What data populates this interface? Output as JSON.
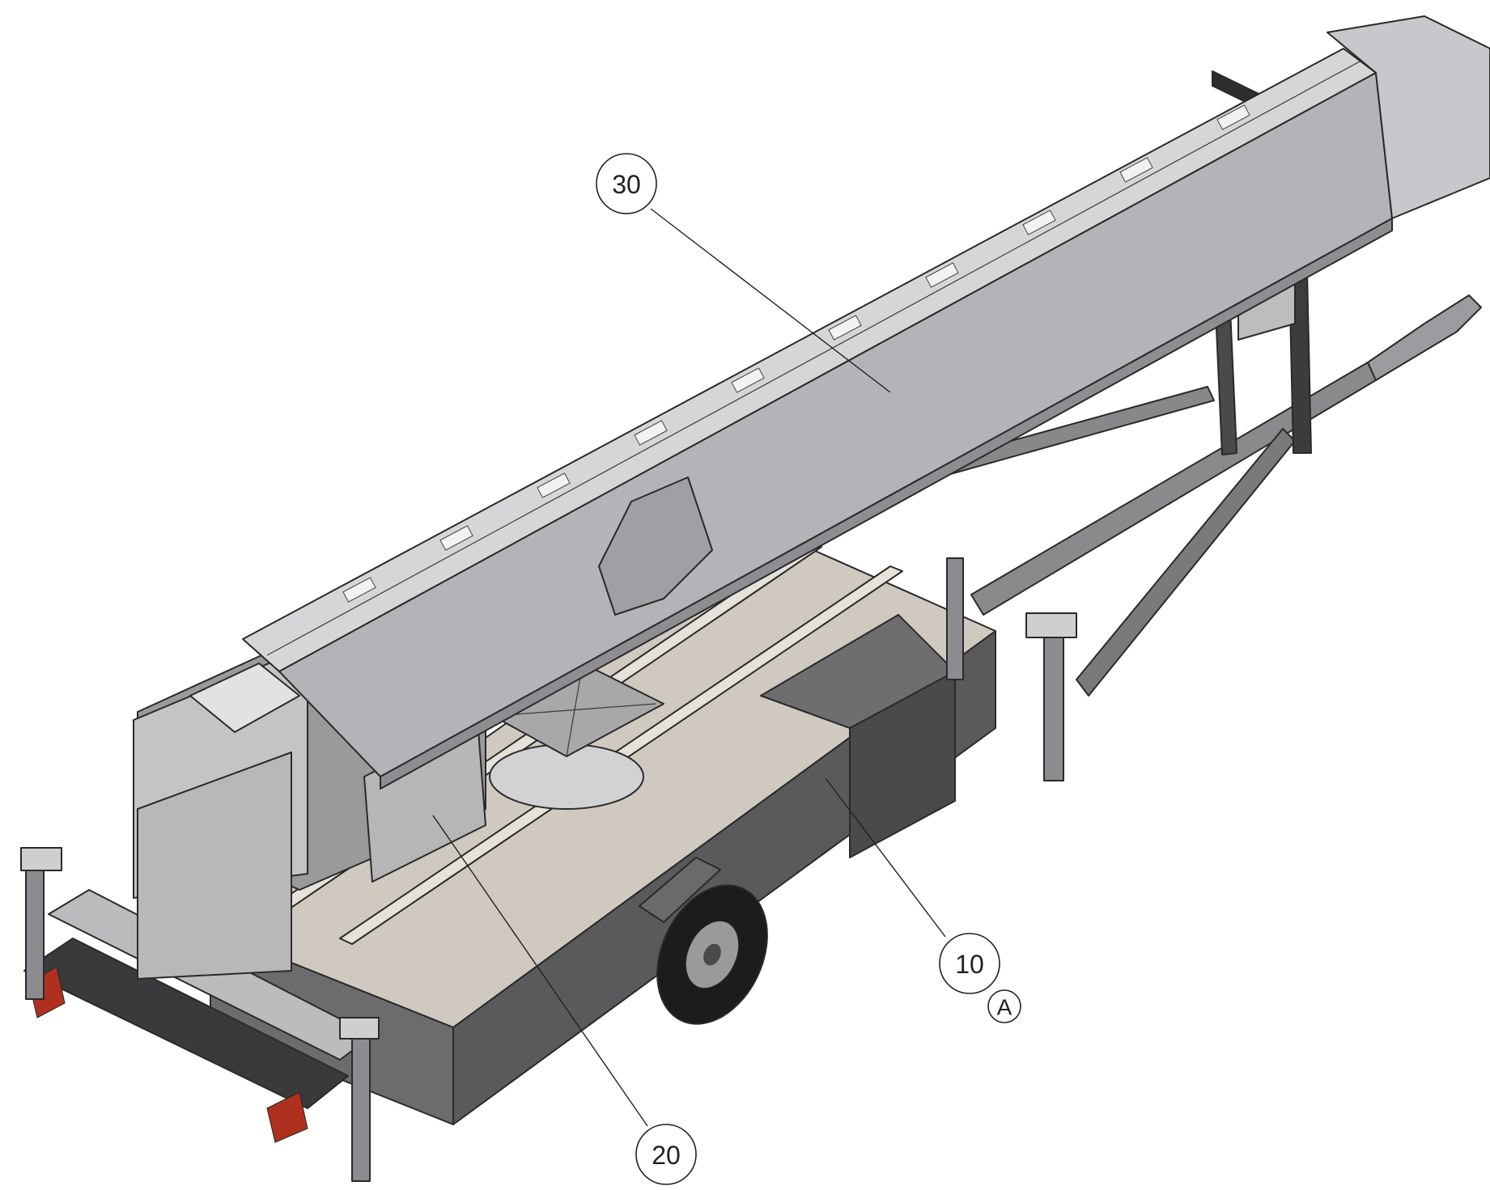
{
  "balloons": [
    {
      "id": "30",
      "label": "30",
      "part": "boom"
    },
    {
      "id": "20",
      "label": "20",
      "part": "turntable-frame"
    },
    {
      "id": "10",
      "label": "10",
      "part": "trailer-chassis"
    }
  ],
  "revision": {
    "label": "A"
  },
  "colors": {
    "boom_light": "#d6d6d8",
    "boom_mid": "#b4b4b8",
    "boom_dark": "#8e8e92",
    "chassis_dark": "#5a5a5c",
    "chassis_mid": "#7a7a7c",
    "deck": "#cfc9c0",
    "frame": "#9a9a9c",
    "tire": "#1c1c1c",
    "light_red": "#b03020"
  }
}
